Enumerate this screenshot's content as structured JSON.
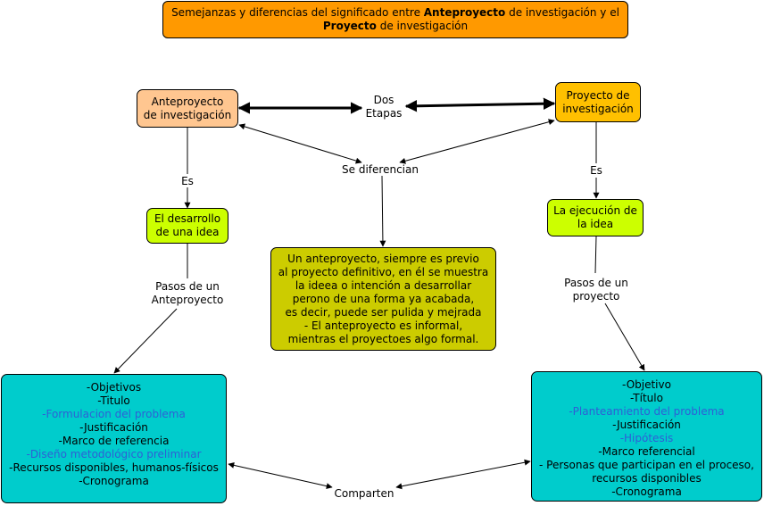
{
  "title": {
    "part1": "Semejanzas y diferencias del significado entre ",
    "bold1": "Anteproyecto",
    "part2": " de investigación y el",
    "bold2": "Proyecto",
    "part3": " de investigación"
  },
  "concepts": {
    "anteproyecto": [
      "Anteproyecto",
      "de investigación"
    ],
    "proyecto": [
      "Proyecto de",
      "investigación"
    ],
    "desarrollo": [
      "El desarrollo",
      "de una idea"
    ],
    "ejecucion": [
      "La ejecución de",
      "la idea"
    ],
    "diferencia": [
      "Un anteproyecto, siempre es previo",
      "al proyecto definitivo, en él se muestra",
      "la ideea o intención a desarrollar",
      "perono de una forma ya acabada,",
      "es decir, puede ser pulida y mejrada",
      "- El anteproyecto es informal,",
      "mientras el proyectoes algo formal."
    ],
    "pasos_anteproyecto": [
      {
        "text": "-Objetivos",
        "highlight": false
      },
      {
        "text": "-Titulo",
        "highlight": false
      },
      {
        "text": "-Formulacion del problema",
        "highlight": true
      },
      {
        "text": "-Justificación",
        "highlight": false
      },
      {
        "text": "-Marco de referencia",
        "highlight": false
      },
      {
        "text": "-Diseño metodológico preliminar",
        "highlight": true
      },
      {
        "text": "-Recursos disponibles, humanos-físicos",
        "highlight": false
      },
      {
        "text": "-Cronograma",
        "highlight": false
      }
    ],
    "pasos_proyecto": [
      {
        "text": "-Objetivo",
        "highlight": false
      },
      {
        "text": "-Título",
        "highlight": false
      },
      {
        "text": "-Planteamiento del problema",
        "highlight": true
      },
      {
        "text": "-Justificación",
        "highlight": false
      },
      {
        "text": "-Hipótesis",
        "highlight": true
      },
      {
        "text": "-Marco referencial",
        "highlight": false
      },
      {
        "text": "- Personas que participan en el proceso,",
        "highlight": false
      },
      {
        "text": "recursos disponibles",
        "highlight": false
      },
      {
        "text": "-Cronograma",
        "highlight": false
      }
    ]
  },
  "linking_phrases": {
    "dos_etapas": [
      "Dos",
      "Etapas"
    ],
    "se_diferencian": "Se diferencian",
    "es_left": "Es",
    "es_right": "Es",
    "pasos_ante": [
      "Pasos de un",
      "Anteproyecto"
    ],
    "pasos_proy": [
      "Pasos de un",
      "proyecto"
    ],
    "comparten": "Comparten"
  },
  "colors": {
    "title_bg": "#ff9900",
    "anteproyecto_bg": "#ffc690",
    "proyecto_bg": "#ffc000",
    "idea_bg": "#ccff00",
    "diferencia_bg": "#cccc00",
    "pasos_bg": "#00cccc",
    "highlight_text": "#2e5fd6"
  }
}
